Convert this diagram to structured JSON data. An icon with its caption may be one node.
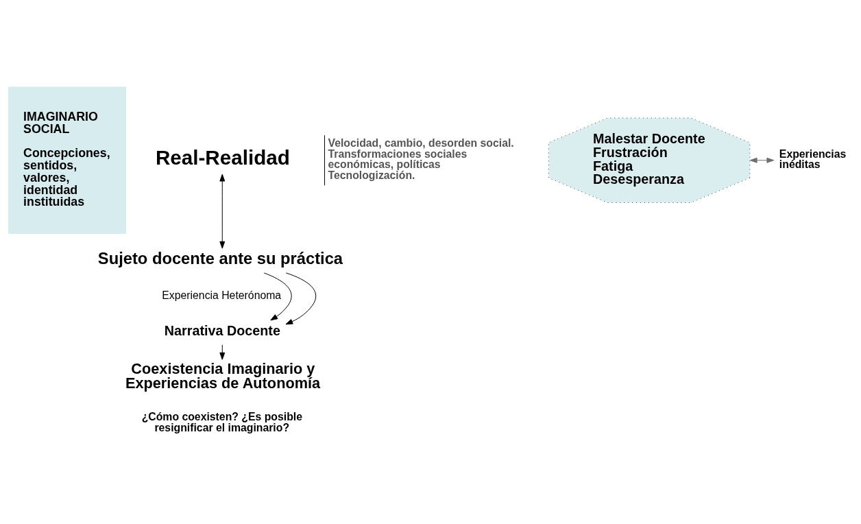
{
  "diagram": {
    "nodes": [
      {
        "text": [
          "IMAGINARIO SOCIAL",
          "Concepciones, sentidos, valores, identidad instituidas"
        ]
      },
      {
        "text": [
          "Real-Realidad"
        ],
        "beside": [
          "Velocidad, cambio, desorden social. Transformaciones sociales económicas, políticas Tecnologización."
        ]
      },
      {
        "text": [
          "Sujeto docente ante su práctica"
        ],
        "beside": [
          "Experiencia Heterónoma"
        ]
      },
      {
        "text": [
          "Narrativa Docente"
        ]
      },
      {
        "text": [
          "Coexistencia Imaginario y Experiencias de Autonomía"
        ],
        "beside": [
          "¿Cómo coexisten? ¿Es posible resignificar el imaginario?"
        ]
      },
      {
        "text": [
          "Malestar Docente Frustración Fatiga Desesperanza"
        ]
      },
      {
        "text": [
          "Experiencias inéditas"
        ]
      }
    ],
    "edges": [
      {
        "from": 1,
        "to": 2,
        "arrow": "both"
      },
      {
        "from": 2,
        "to": 3,
        "arrow": "to"
      },
      {
        "from": 2,
        "to": 3,
        "arrow": "to"
      },
      {
        "from": 3,
        "to": 4,
        "arrow": "to"
      },
      {
        "from": 5,
        "to": 6,
        "arrow": "both",
        "color": "#707070"
      }
    ]
  }
}
